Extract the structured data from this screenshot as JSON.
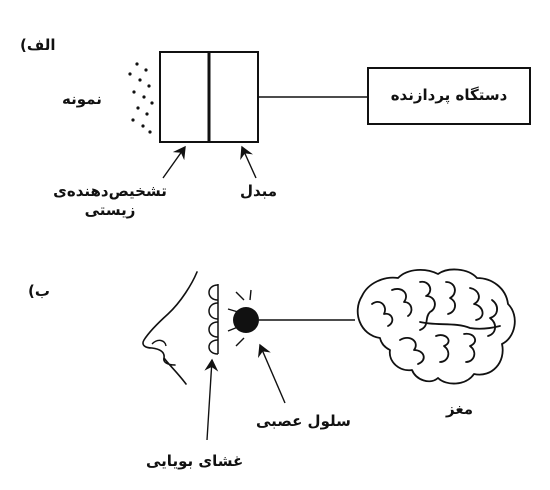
{
  "part_a": {
    "marker": "الف)",
    "sample": "نمونه",
    "biosensor_line1": "تشخیص‌دهنده‌ی",
    "biosensor_line2": "زیستی",
    "transducer": "مبدل",
    "processor": "دستگاه پردازنده"
  },
  "part_b": {
    "marker": "ب)",
    "olfactory_membrane": "غشای بویایی",
    "nerve_cell": "سلول عصبی",
    "brain": "مغز"
  },
  "colors": {
    "ink": "#111111",
    "background": "#ffffff"
  }
}
